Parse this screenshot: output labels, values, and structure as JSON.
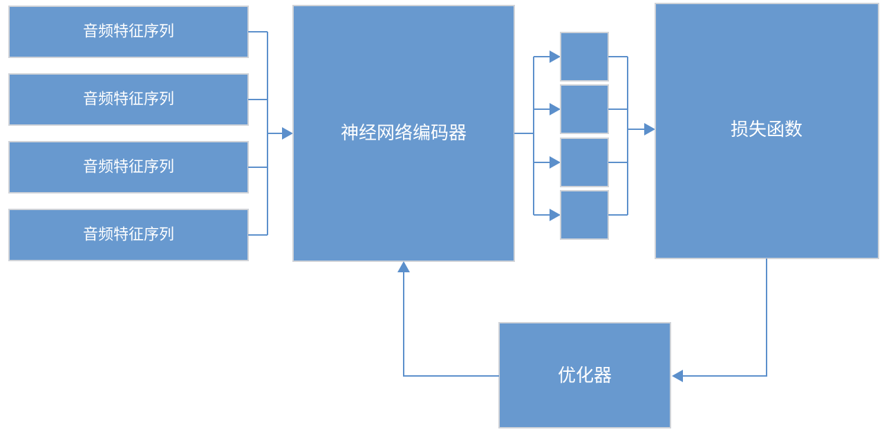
{
  "diagram": {
    "inputs": [
      {
        "label": "音频特征序列"
      },
      {
        "label": "音频特征序列"
      },
      {
        "label": "音频特征序列"
      },
      {
        "label": "音频特征序列"
      }
    ],
    "encoder": {
      "label": "神经网络编码器"
    },
    "embedding_blocks": [
      {
        "label": ""
      },
      {
        "label": ""
      },
      {
        "label": ""
      },
      {
        "label": ""
      }
    ],
    "loss": {
      "label": "损失函数"
    },
    "optimizer": {
      "label": "优化器"
    },
    "colors": {
      "box_fill": "#6899cf",
      "box_border": "#d0d3d8",
      "connector": "#5b8fcb",
      "text": "#ffffff"
    }
  }
}
